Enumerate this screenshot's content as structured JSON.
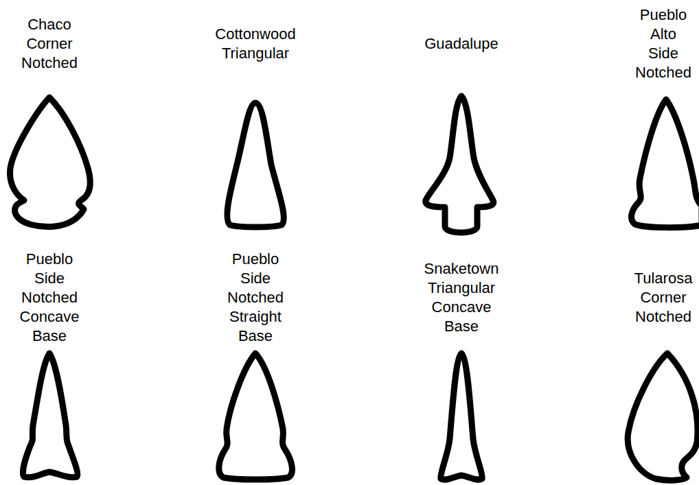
{
  "diagram": {
    "labels": [
      "Chaco Corner Notched",
      "Cottonwood Triangular",
      "Guadalupe",
      "Pueblo Alto Side Notched",
      "Pueblo Side Notched Concave Base",
      "Pueblo Side Notched Straight Base",
      "Snaketown Triangular Concave Base",
      "Tularosa Corner Notched"
    ]
  }
}
